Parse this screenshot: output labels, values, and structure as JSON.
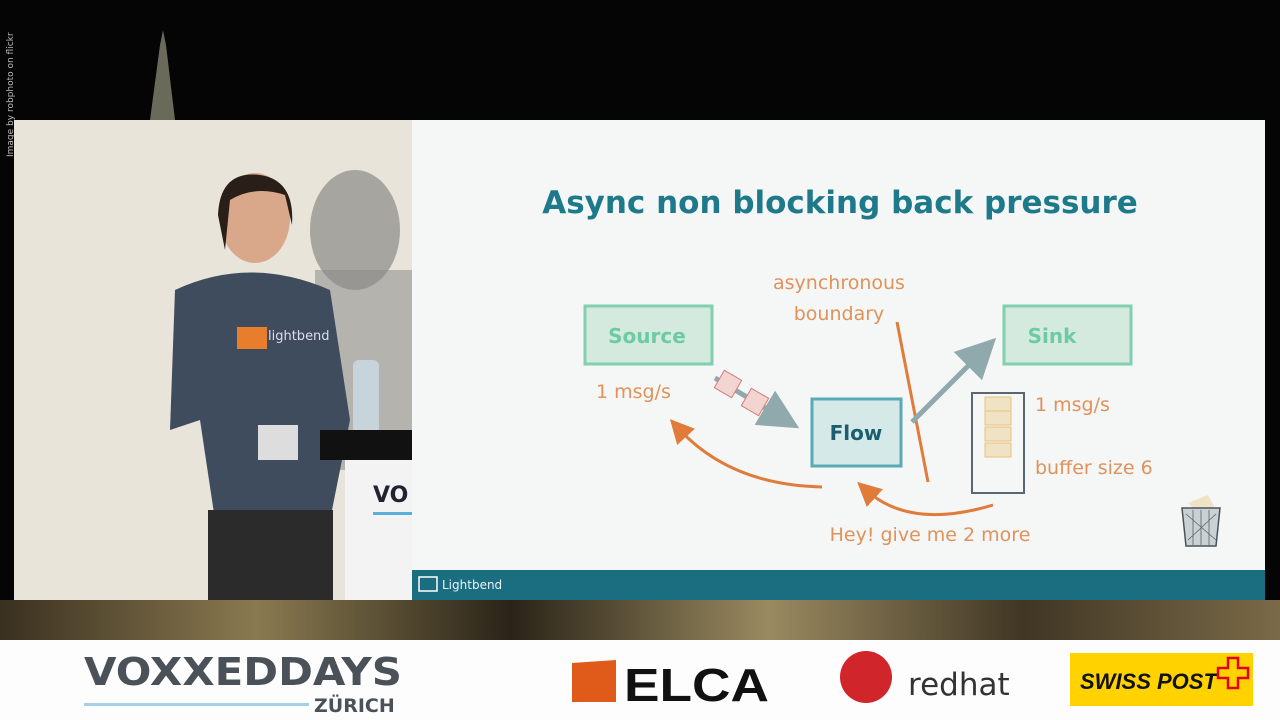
{
  "credit": "Image by robphoto on flickr",
  "slide": {
    "title": "Async non blocking back pressure",
    "source_label": "Source",
    "flow_label": "Flow",
    "sink_label": "Sink",
    "boundary_line1": "asynchronous",
    "boundary_line2": "boundary",
    "source_rate": "1 msg/s",
    "sink_rate": "1 msg/s",
    "buffer_label": "buffer size 6",
    "demand_label": "Hey! give me 2 more",
    "footer_brand": "Lightbend",
    "colors": {
      "title": "#1e7a8a",
      "accent": "#e07b3a",
      "footer": "#1b6e80",
      "box_fill": "#d5eadf",
      "box_text": "#6ccba3"
    }
  },
  "shirt_text": "lightbend",
  "podium_text": "VO",
  "sponsors": {
    "event_main": "VOXXEDDAYS",
    "event_city": "ZÜRICH",
    "elca": "ELCA",
    "redhat": "redhat",
    "swisspost": "SWISS POST"
  }
}
